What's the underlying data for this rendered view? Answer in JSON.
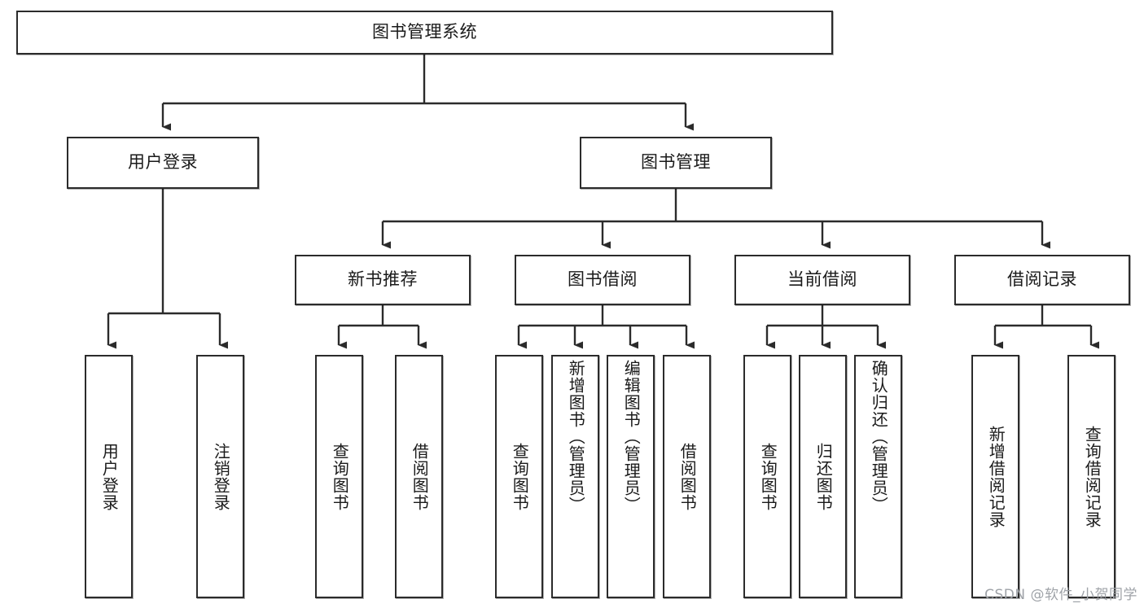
{
  "diagram": {
    "title_node": {
      "id": "root",
      "label": "图书管理系统"
    },
    "level2": [
      {
        "id": "login",
        "label": "用户登录"
      },
      {
        "id": "bookmgmt",
        "label": "图书管理"
      }
    ],
    "level3": [
      {
        "id": "newbook",
        "label": "新书推荐"
      },
      {
        "id": "borrow",
        "label": "图书借阅"
      },
      {
        "id": "current",
        "label": "当前借阅"
      },
      {
        "id": "record",
        "label": "借阅记录"
      }
    ],
    "leaves": {
      "login": [
        {
          "id": "leaf-user-login",
          "label": "用户登录"
        },
        {
          "id": "leaf-logout-login",
          "label": "注销登录"
        }
      ],
      "newbook": [
        {
          "id": "leaf-query-book-1",
          "label": "查询图书"
        },
        {
          "id": "leaf-borrow-book-1",
          "label": "借阅图书"
        }
      ],
      "borrow": [
        {
          "id": "leaf-query-book-2",
          "label": "查询图书"
        },
        {
          "id": "leaf-add-book",
          "label": "新增图书（管理员）"
        },
        {
          "id": "leaf-edit-book",
          "label": "编辑图书（管理员）"
        },
        {
          "id": "leaf-borrow-book-2",
          "label": "借阅图书"
        }
      ],
      "current": [
        {
          "id": "leaf-query-book-3",
          "label": "查询图书"
        },
        {
          "id": "leaf-return-book",
          "label": "归还图书"
        },
        {
          "id": "leaf-confirm-return",
          "label": "确认归还（管理员）"
        }
      ],
      "record": [
        {
          "id": "leaf-add-record",
          "label": "新增借阅记录"
        },
        {
          "id": "leaf-query-record",
          "label": "查询借阅记录"
        }
      ]
    }
  },
  "watermark": {
    "text": "CSDN @软件_小贺同学"
  },
  "colors": {
    "border": "#2b2b2b",
    "background": "#ffffff",
    "text": "#1a1a1a",
    "watermark": "#9fa3a8"
  }
}
